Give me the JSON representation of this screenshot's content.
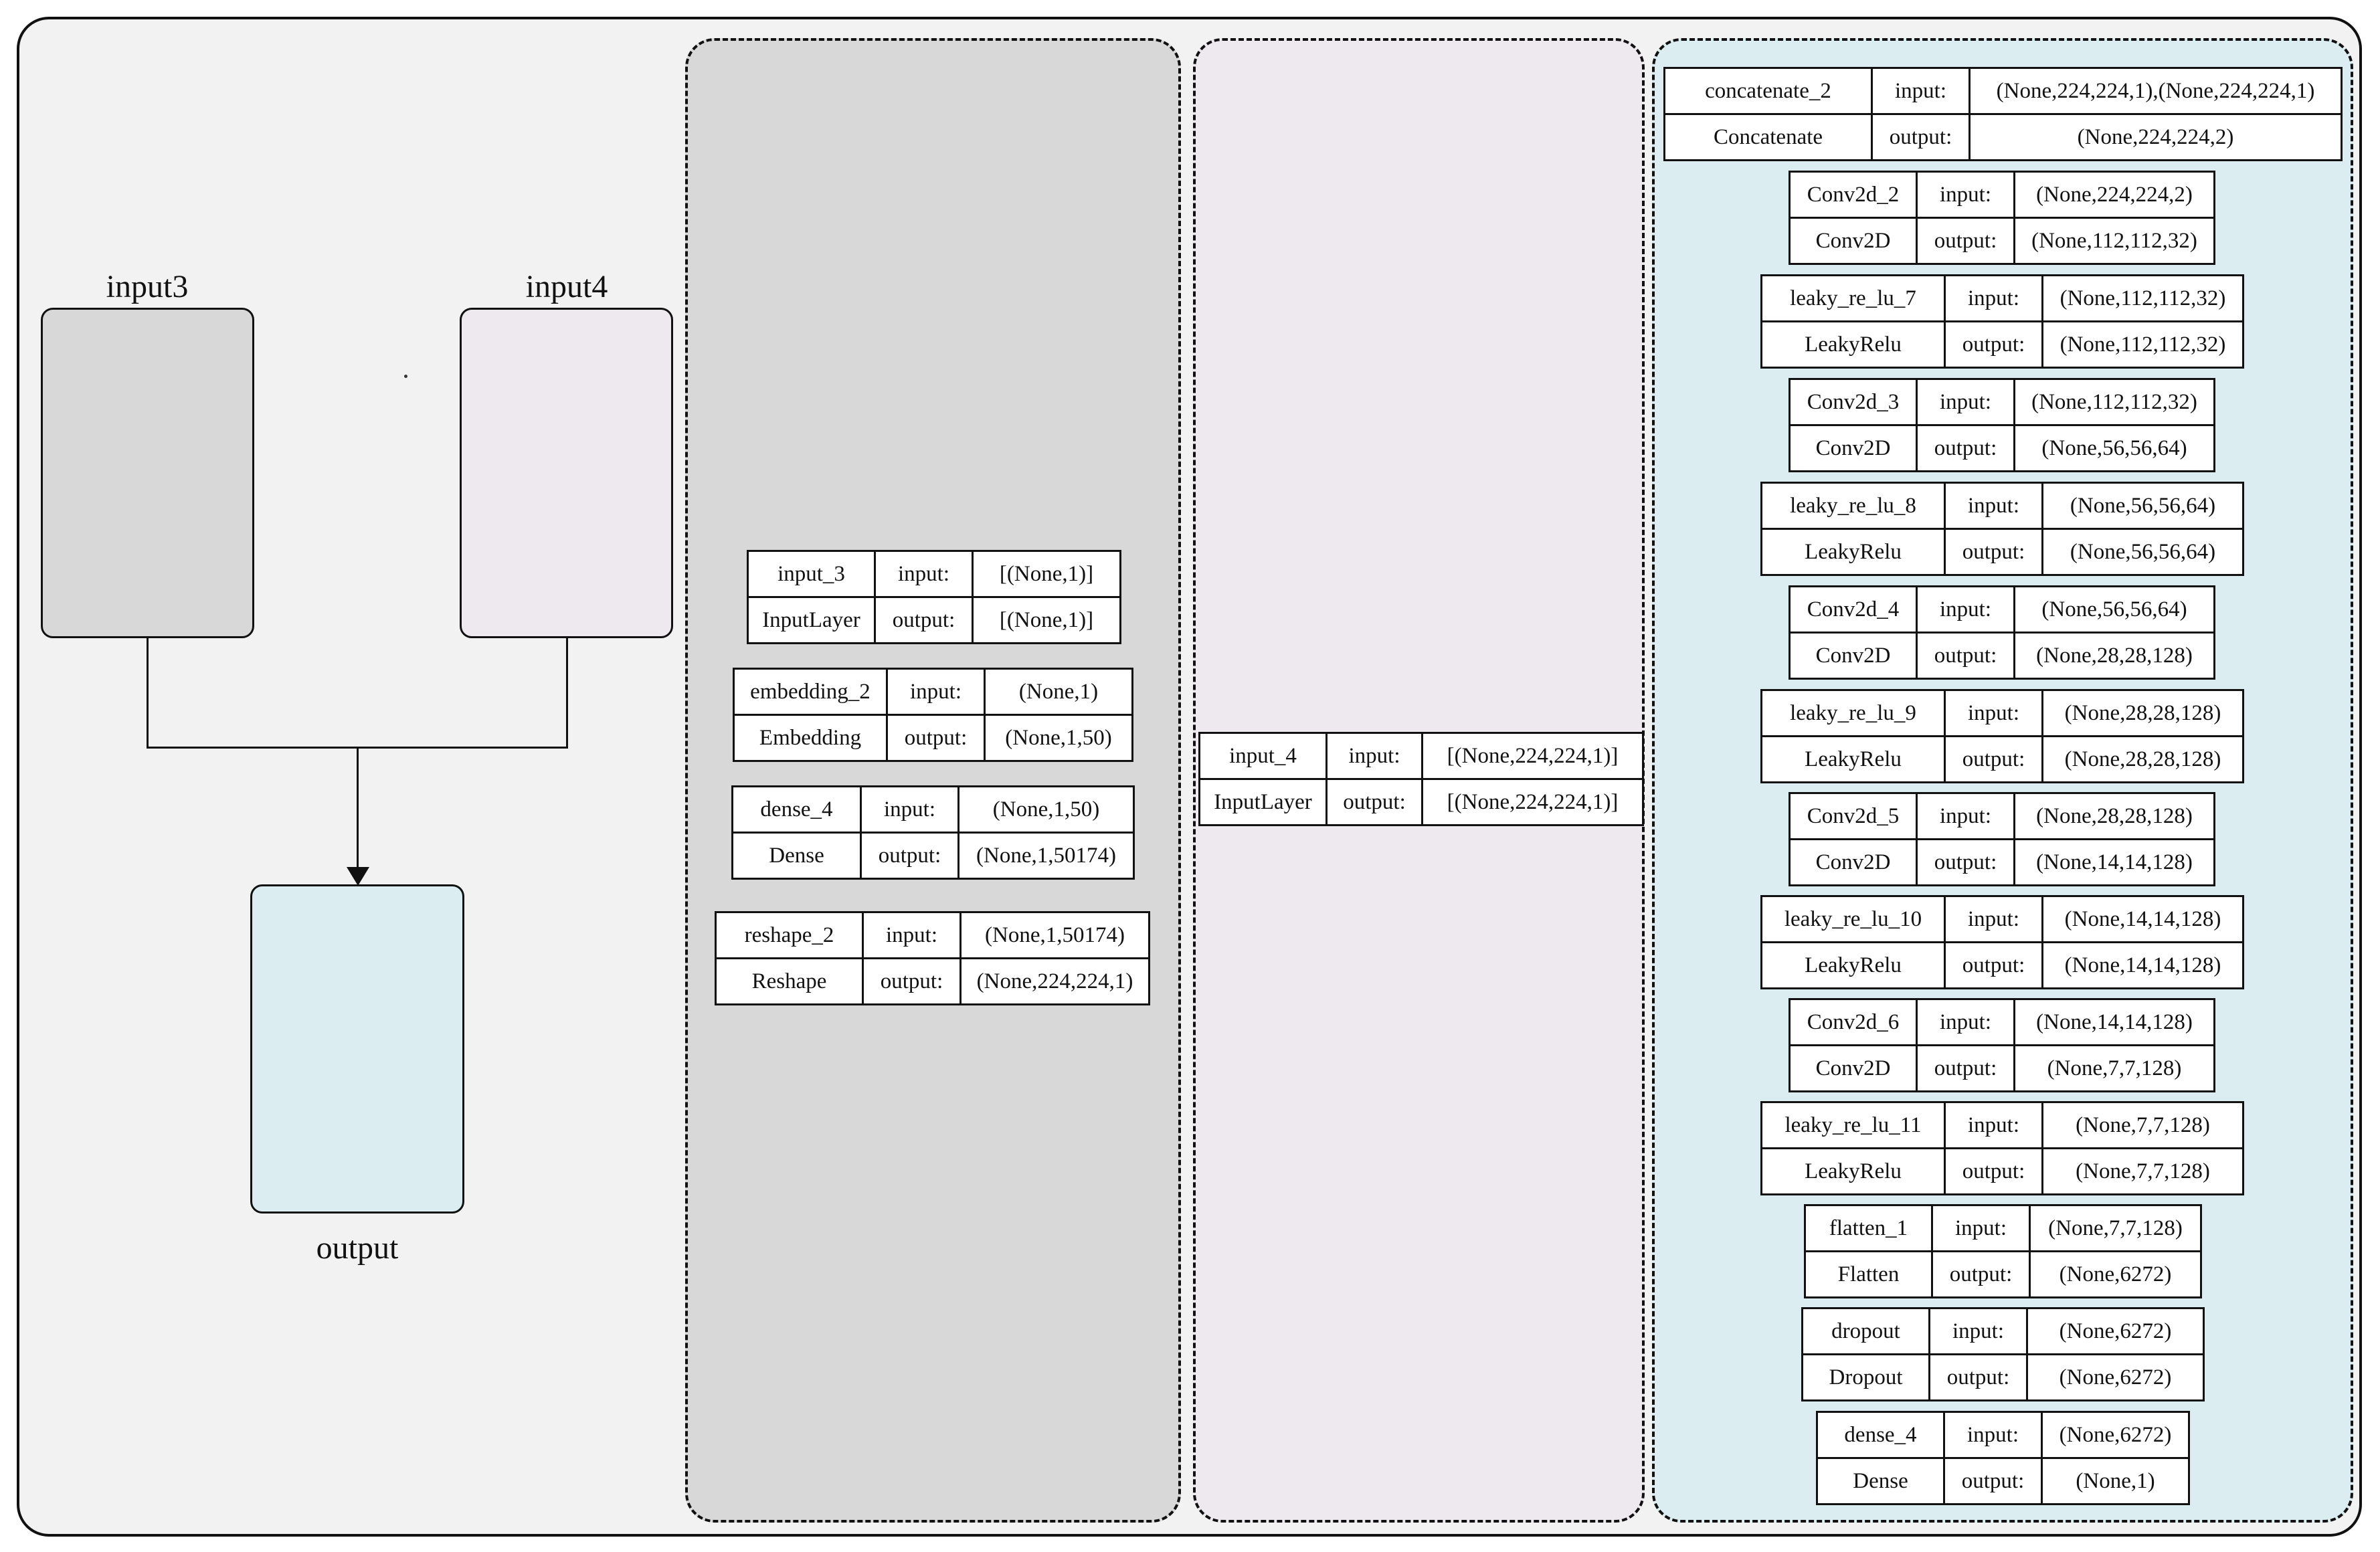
{
  "summary": {
    "input3_label": "input3",
    "input4_label": "input4",
    "output_label": "output",
    "colors": {
      "frame_bg": "#f2f2f2",
      "input3_fill": "#d8d8d8",
      "input4_fill": "#ede9ef",
      "output_fill": "#dcedf2"
    }
  },
  "input_label": "input:",
  "output_label": "output:",
  "layers": [
    {
      "name": "input_3",
      "type": "InputLayer",
      "input": "[(None,1)]",
      "output": "[(None,1)]"
    },
    {
      "name": "embedding_2",
      "type": "Embedding",
      "input": "(None,1)",
      "output": "(None,1,50)"
    },
    {
      "name": "dense_4",
      "type": "Dense",
      "input": "(None,1,50)",
      "output": "(None,1,50174)"
    },
    {
      "name": "reshape_2",
      "type": "Reshape",
      "input": "(None,1,50174)",
      "output": "(None,224,224,1)"
    },
    {
      "name": "input_4",
      "type": "InputLayer",
      "input": "[(None,224,224,1)]",
      "output": "[(None,224,224,1)]"
    },
    {
      "name": "concatenate_2",
      "type": "Concatenate",
      "input": "(None,224,224,1),(None,224,224,1)",
      "output": "(None,224,224,2)"
    },
    {
      "name": "Conv2d_2",
      "type": "Conv2D",
      "input": "(None,224,224,2)",
      "output": "(None,112,112,32)"
    },
    {
      "name": "leaky_re_lu_7",
      "type": "LeakyRelu",
      "input": "(None,112,112,32)",
      "output": "(None,112,112,32)"
    },
    {
      "name": "Conv2d_3",
      "type": "Conv2D",
      "input": "(None,112,112,32)",
      "output": "(None,56,56,64)"
    },
    {
      "name": "leaky_re_lu_8",
      "type": "LeakyRelu",
      "input": "(None,56,56,64)",
      "output": "(None,56,56,64)"
    },
    {
      "name": "Conv2d_4",
      "type": "Conv2D",
      "input": "(None,56,56,64)",
      "output": "(None,28,28,128)"
    },
    {
      "name": "leaky_re_lu_9",
      "type": "LeakyRelu",
      "input": "(None,28,28,128)",
      "output": "(None,28,28,128)"
    },
    {
      "name": "Conv2d_5",
      "type": "Conv2D",
      "input": "(None,28,28,128)",
      "output": "(None,14,14,128)"
    },
    {
      "name": "leaky_re_lu_10",
      "type": "LeakyRelu",
      "input": "(None,14,14,128)",
      "output": "(None,14,14,128)"
    },
    {
      "name": "Conv2d_6",
      "type": "Conv2D",
      "input": "(None,14,14,128)",
      "output": "(None,7,7,128)"
    },
    {
      "name": "leaky_re_lu_11",
      "type": "LeakyRelu",
      "input": "(None,7,7,128)",
      "output": "(None,7,7,128)"
    },
    {
      "name": "flatten_1",
      "type": "Flatten",
      "input": "(None,7,7,128)",
      "output": "(None,6272)"
    },
    {
      "name": "dropout",
      "type": "Dropout",
      "input": "(None,6272)",
      "output": "(None,6272)"
    },
    {
      "name": "dense_4",
      "type": "Dense",
      "input": "(None,6272)",
      "output": "(None,1)"
    }
  ]
}
